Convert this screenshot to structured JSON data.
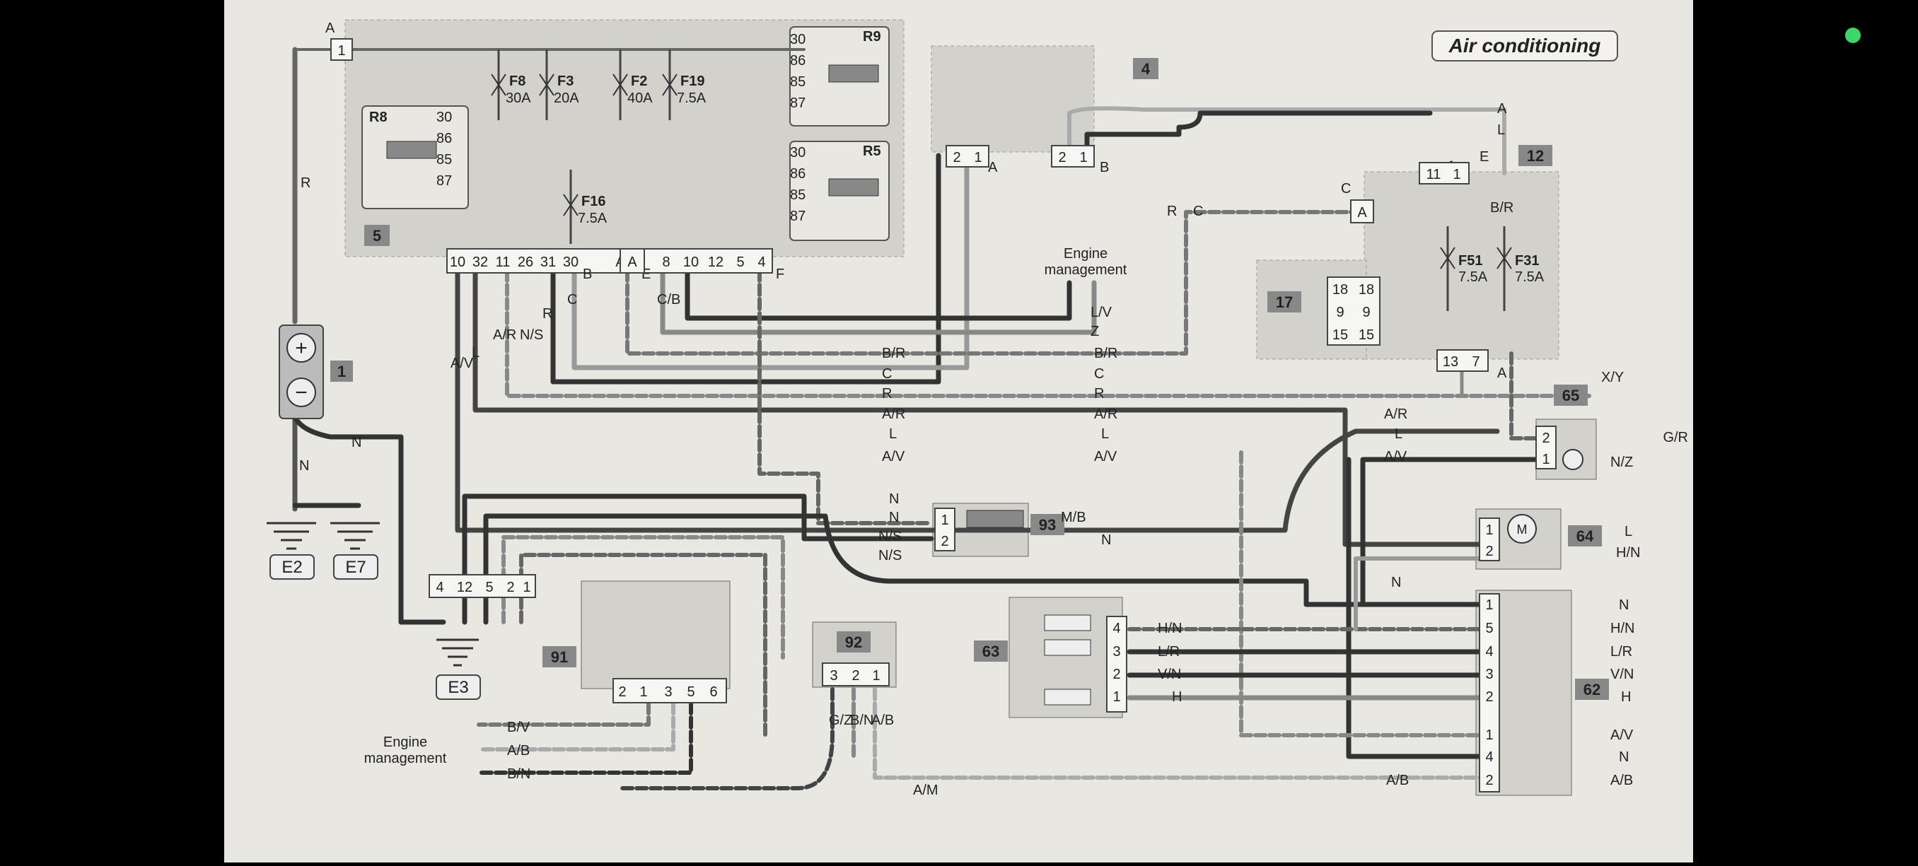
{
  "title": "Air conditioning",
  "status_color": "#3fd36a",
  "component_numbers": {
    "battery": "1",
    "fusebox": "5",
    "switch4": "4",
    "box12": "12",
    "box17": "17",
    "comp65": "65",
    "comp64": "64",
    "comp93": "93",
    "comp91": "91",
    "comp92": "92",
    "comp63": "63",
    "comp62": "62"
  },
  "grounds": {
    "e2": "E2",
    "e7": "E7",
    "e3": "E3"
  },
  "relays": {
    "r8": "R8",
    "r9": "R9",
    "r5": "R5",
    "pins": [
      "30",
      "86",
      "85",
      "87"
    ]
  },
  "fuses": {
    "f8": {
      "name": "F8",
      "rating": "30A"
    },
    "f3": {
      "name": "F3",
      "rating": "20A"
    },
    "f2": {
      "name": "F2",
      "rating": "40A"
    },
    "f19": {
      "name": "F19",
      "rating": "7.5A"
    },
    "f16": {
      "name": "F16",
      "rating": "7.5A"
    },
    "f51": {
      "name": "F51",
      "rating": "7.5A"
    },
    "f31": {
      "name": "F31",
      "rating": "7.5A"
    }
  },
  "fusebox_terminals": [
    "10",
    "32",
    "11",
    "26",
    "31",
    "30",
    "A",
    "8",
    "10",
    "12",
    "5",
    "4"
  ],
  "connector_letters": {
    "a": "A",
    "b": "B",
    "c": "C",
    "e": "E",
    "f": "F",
    "l": "L"
  },
  "engine_management": [
    "Engine",
    "management"
  ],
  "wire_colors": {
    "R": "R",
    "N": "N",
    "A": "A",
    "L": "L",
    "C": "C",
    "Z": "Z",
    "H": "H",
    "A_V": "A/V",
    "A_R": "A/R",
    "N_S": "N/S",
    "C_B": "C/B",
    "L_V": "L/V",
    "B_R": "B/R",
    "G_R": "G/R",
    "N_Z": "N/Z",
    "M_B": "M/B",
    "H_N": "H/N",
    "L_R": "L/R",
    "V_N": "V/N",
    "A_B": "A/B",
    "B_V": "B/V",
    "B_N": "B/N",
    "A_M": "A/M",
    "G_Z": "G/Z",
    "X_Y": "X/Y"
  },
  "pins": {
    "p1": "1",
    "p2": "2",
    "p3": "3",
    "p4": "4",
    "p5": "5",
    "p6": "6",
    "p7": "7",
    "p9": "9",
    "p11": "11",
    "p12": "12",
    "p13": "13",
    "p15": "15",
    "p18": "18"
  },
  "motor_symbol": "M"
}
